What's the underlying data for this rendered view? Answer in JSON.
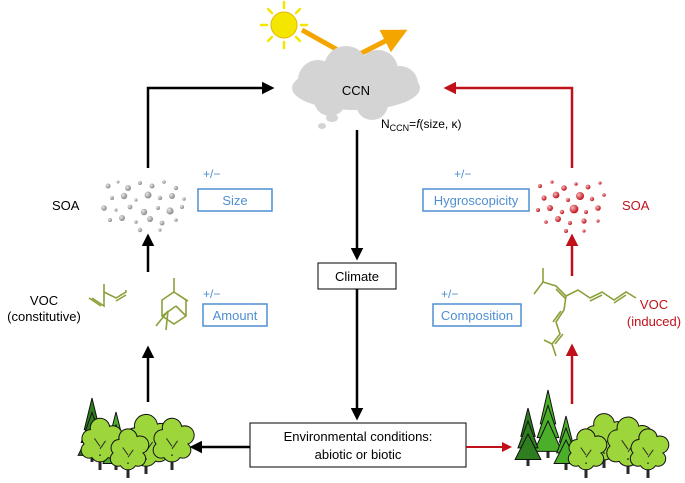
{
  "colors": {
    "black": "#000000",
    "red": "#c0111a",
    "blue": "#4f8fd2",
    "cloud": "#d4d4d4",
    "sun": "#f5e600",
    "sunray": "#f5a500",
    "molecule": "#8aa03a",
    "tree_dark": "#2e7d1e",
    "tree_mid": "#4caf2a",
    "tree_light": "#9dd63a"
  },
  "cloud": {
    "label": "CCN"
  },
  "ncn_formula": {
    "prefix": "N",
    "subscript": "CCN",
    "middle": "=",
    "func": "f",
    "args": "(size, κ)"
  },
  "climate": {
    "label": "Climate"
  },
  "environment": {
    "line1": "Environmental conditions:",
    "line2": "abiotic or biotic"
  },
  "left": {
    "soa_label": "SOA",
    "voc_line1": "VOC",
    "voc_line2": "(constitutive)",
    "size": {
      "sign": "+/−",
      "label": "Size"
    },
    "amount": {
      "sign": "+/−",
      "label": "Amount"
    }
  },
  "right": {
    "soa_label": "SOA",
    "voc_line1": "VOC",
    "voc_line2": "(induced)",
    "hygroscopicity": {
      "sign": "+/−",
      "label": "Hygroscopicity"
    },
    "composition": {
      "sign": "+/−",
      "label": "Composition"
    }
  },
  "icons": [
    "sun-icon",
    "cloud-icon",
    "particles-icon",
    "isoprene-molecule-icon",
    "pinene-molecule-icon",
    "terpene-molecule-icon",
    "trees-icon"
  ]
}
